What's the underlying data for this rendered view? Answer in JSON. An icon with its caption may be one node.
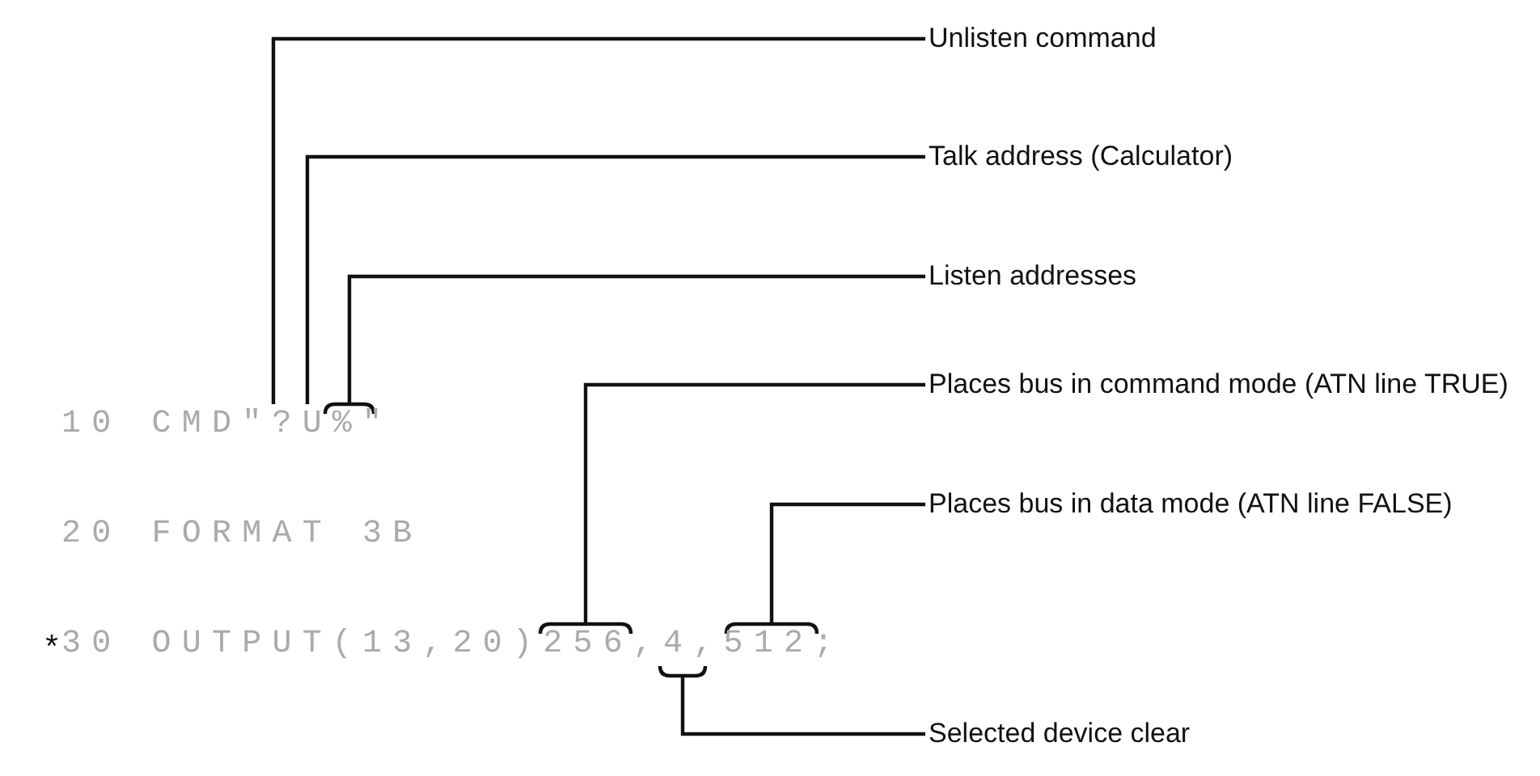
{
  "diagram": {
    "nodes": [
      {
        "text": [
          "Unlisten command"
        ]
      },
      {
        "text": [
          "Talk address (Calculator)"
        ]
      },
      {
        "text": [
          "Listen addresses"
        ]
      },
      {
        "text": [
          "Places bus in command mode (ATN line TRUE)"
        ]
      },
      {
        "text": [
          "Places bus in data mode (ATN line FALSE)"
        ]
      },
      {
        "text": [
          "Selected device clear"
        ]
      },
      {
        "text": [
          "10 CMD\"?U%\""
        ]
      },
      {
        "text": [
          "30 OUTPUT(13,20)256,4,512;"
        ]
      }
    ],
    "edges": [
      {
        "from": 0,
        "to": 6,
        "arrow": "none"
      },
      {
        "from": 1,
        "to": 6,
        "arrow": "none"
      },
      {
        "from": 2,
        "to": 6,
        "arrow": "none"
      },
      {
        "from": 3,
        "to": 7,
        "arrow": "none"
      },
      {
        "from": 4,
        "to": 7,
        "arrow": "none"
      },
      {
        "from": 5,
        "to": 7,
        "arrow": "none"
      }
    ],
    "labels": [
      "20 FORMAT 3B",
      "*"
    ]
  }
}
